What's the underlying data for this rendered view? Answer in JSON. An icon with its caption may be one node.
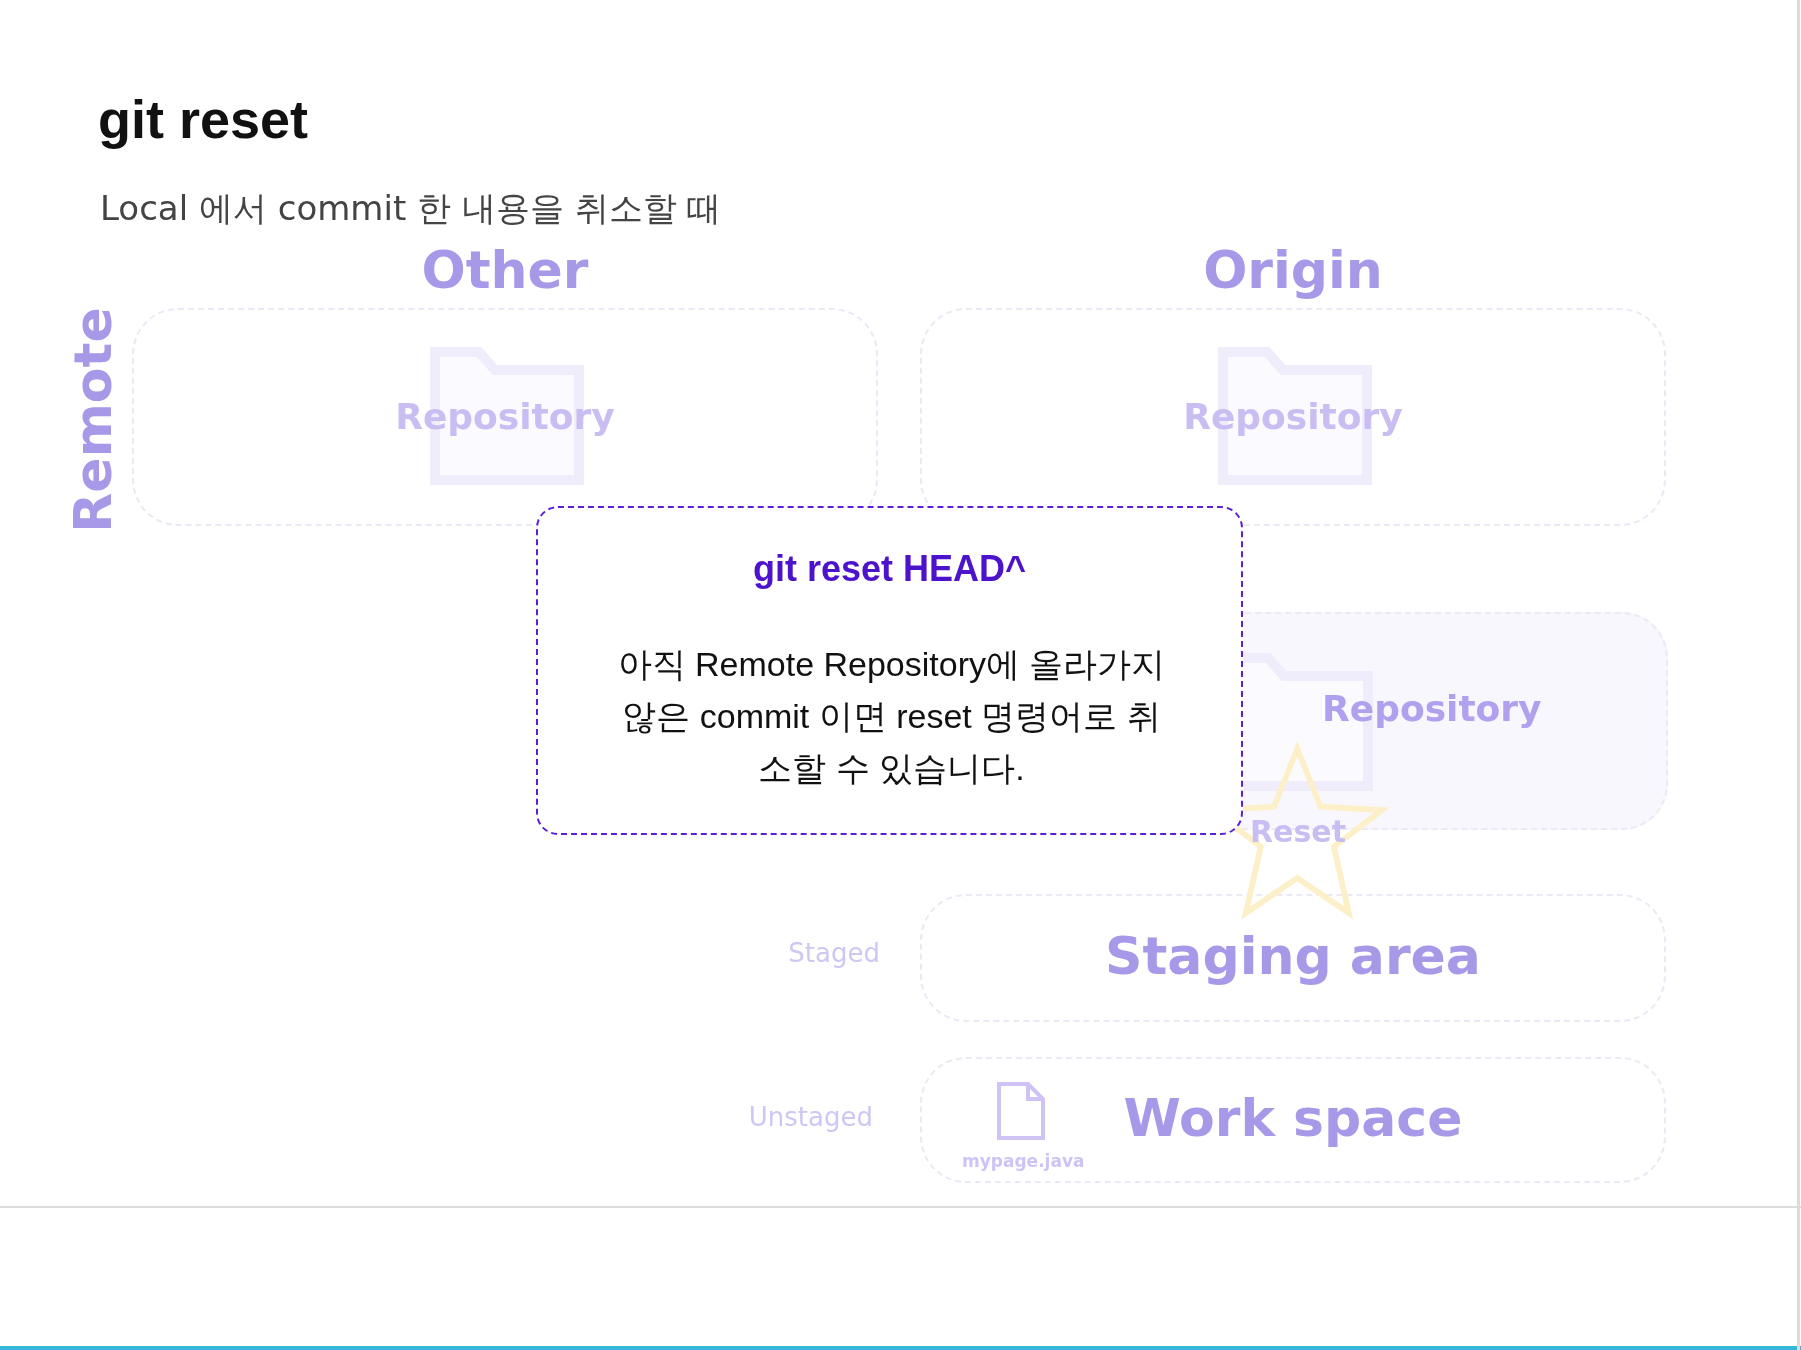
{
  "diagram": {
    "title": "git reset",
    "nodes": [
      {
        "text": [
          "Other",
          "Repository"
        ]
      },
      {
        "text": [
          "Origin",
          "Repository"
        ]
      },
      {
        "text": [
          "Repository"
        ]
      },
      {
        "text": [
          "Staging area"
        ],
        "beside": [
          "Staged"
        ]
      },
      {
        "text": [
          "Work space"
        ],
        "beside": [
          "Unstaged"
        ]
      },
      {
        "text": [
          "mypage.java"
        ],
        "in": 4
      },
      {
        "text": [
          "Reset"
        ]
      },
      {
        "text": [
          "git reset HEAD^",
          "아직 Remote Repository에 올라가지 않은 commit 이면 reset 명령어로 취소할 수 있습니다."
        ]
      }
    ],
    "labels": [
      "Local 에서 commit 한 내용을 취소할 때",
      "Remote"
    ]
  }
}
